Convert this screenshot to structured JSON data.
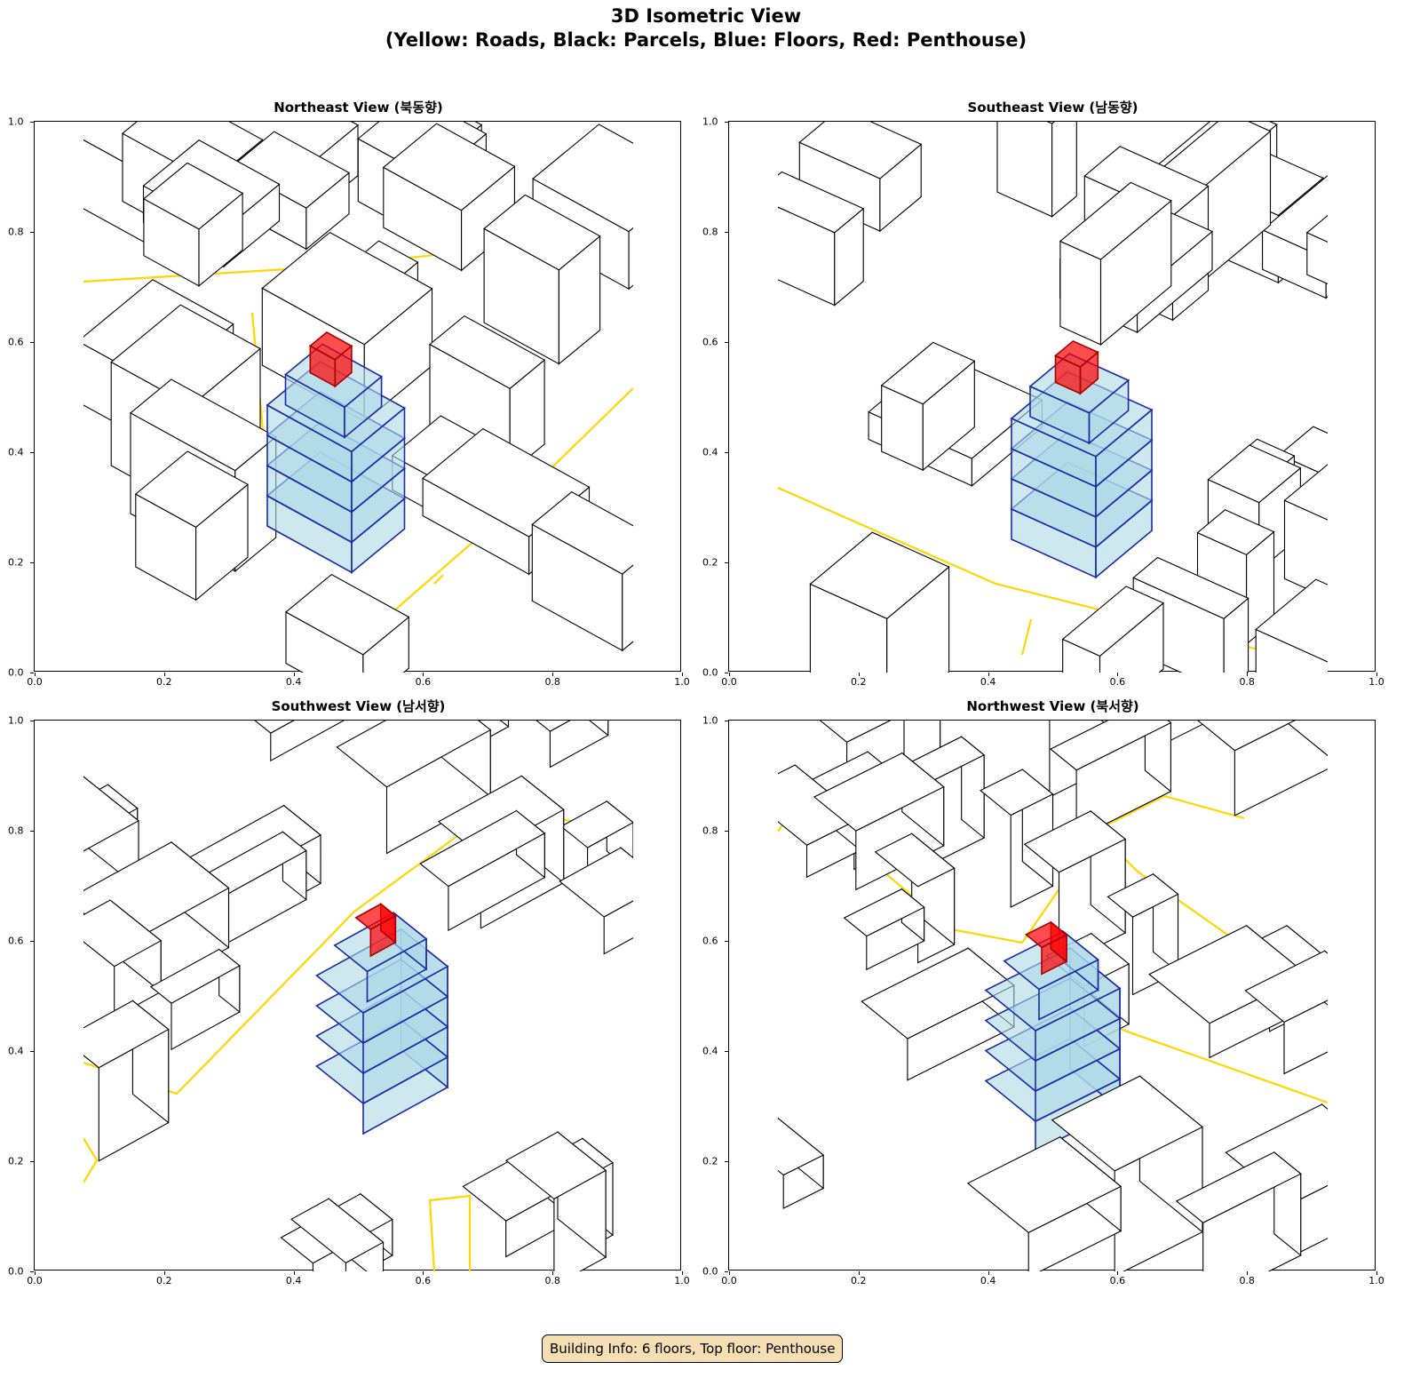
{
  "title": {
    "line1": "3D Isometric View",
    "line2": "(Yellow: Roads, Black: Parcels, Blue: Floors, Red: Penthouse)"
  },
  "panels": [
    {
      "title": "Northeast View (북동향)"
    },
    {
      "title": "Southeast View (남동향)"
    },
    {
      "title": "Southwest View (남서향)"
    },
    {
      "title": "Northwest View (북서향)"
    }
  ],
  "ticks": [
    "0.0",
    "0.2",
    "0.4",
    "0.6",
    "0.8",
    "1.0"
  ],
  "footer": "Building Info: 6 floors, Top floor: Penthouse",
  "colors": {
    "road": "#ffd700",
    "parcel": "#000000",
    "floor_fill": "#add8e6",
    "floor_edge": "#1a2aa8",
    "penthouse": "#ff0000",
    "footer_bg": "#f5deb3"
  }
}
